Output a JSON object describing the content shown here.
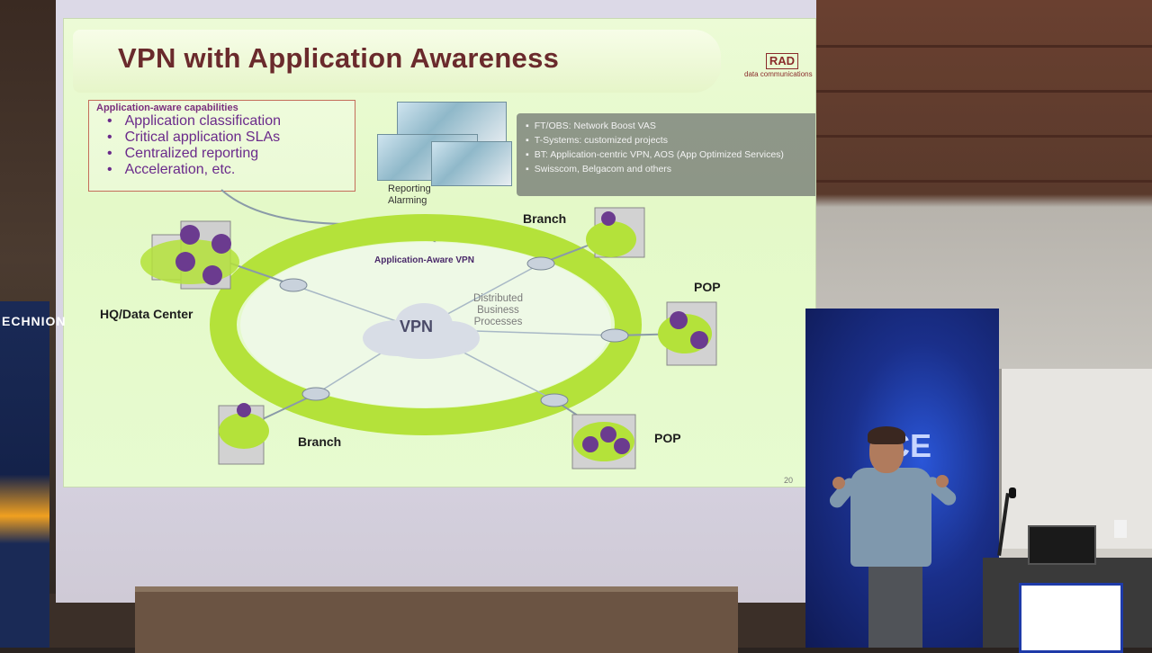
{
  "slide": {
    "title": "VPN with Application Awareness",
    "logo": {
      "name": "RAD",
      "subtitle": "data communications"
    },
    "capabilities": {
      "heading": "Application-aware  capabilities",
      "items": [
        "Application  classification",
        "Critical  application  SLAs",
        "Centralized  reporting",
        "Acceleration,  etc."
      ]
    },
    "reporting_label_1": "Reporting",
    "reporting_label_2": "Alarming",
    "callout": [
      "FT/OBS:  Network Boost VAS",
      "T-Systems: customized projects",
      "BT: Application-centric VPN, AOS (App Optimized Services)",
      "Swisscom, Belgacom and others"
    ],
    "diagram": {
      "ring_label": "Application-Aware VPN",
      "center": "VPN",
      "processes": [
        "Distributed",
        "Business",
        "Processes"
      ],
      "sites": {
        "hq": "HQ/Data Center",
        "branch_top": "Branch",
        "branch_bottom": "Branch",
        "pop_right": "POP",
        "pop_bottom": "POP"
      }
    },
    "page_number": "20"
  },
  "room": {
    "left_banner": "ECHNION",
    "center_banner": "CE"
  },
  "colors": {
    "slide_bg": "#e6f9cc",
    "ring": "#b4e23a",
    "title": "#6a2a2c",
    "capabilities_text": "#6a2a8b",
    "banner_blue": "#1a2f8a"
  }
}
